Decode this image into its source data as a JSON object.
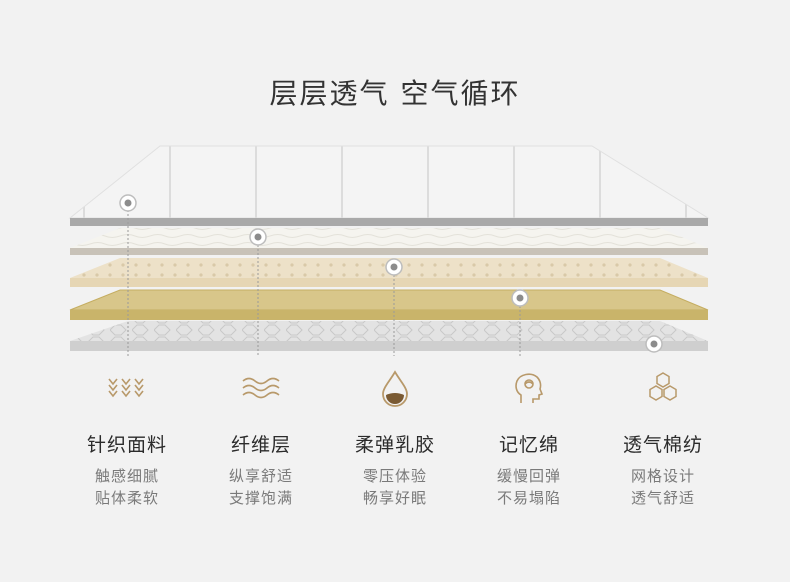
{
  "title": "层层透气 空气循环",
  "colors": {
    "accent": "#b8996a",
    "background": "#f2f2f2",
    "latex": "#c9b46a"
  },
  "layers": [
    {
      "icon": "wave-arrows-icon",
      "name": "针织面料",
      "line1": "触感细腻",
      "line2": "贴体柔软"
    },
    {
      "icon": "airflow-waves-icon",
      "name": "纤维层",
      "line1": "纵享舒适",
      "line2": "支撑饱满"
    },
    {
      "icon": "water-drop-icon",
      "name": "柔弹乳胶",
      "line1": "零压体验",
      "line2": "畅享好眠"
    },
    {
      "icon": "head-memory-icon",
      "name": "记忆绵",
      "line1": "缓慢回弹",
      "line2": "不易塌陷"
    },
    {
      "icon": "hexagon-grid-icon",
      "name": "透气棉纺",
      "line1": "网格设计",
      "line2": "透气舒适"
    }
  ]
}
